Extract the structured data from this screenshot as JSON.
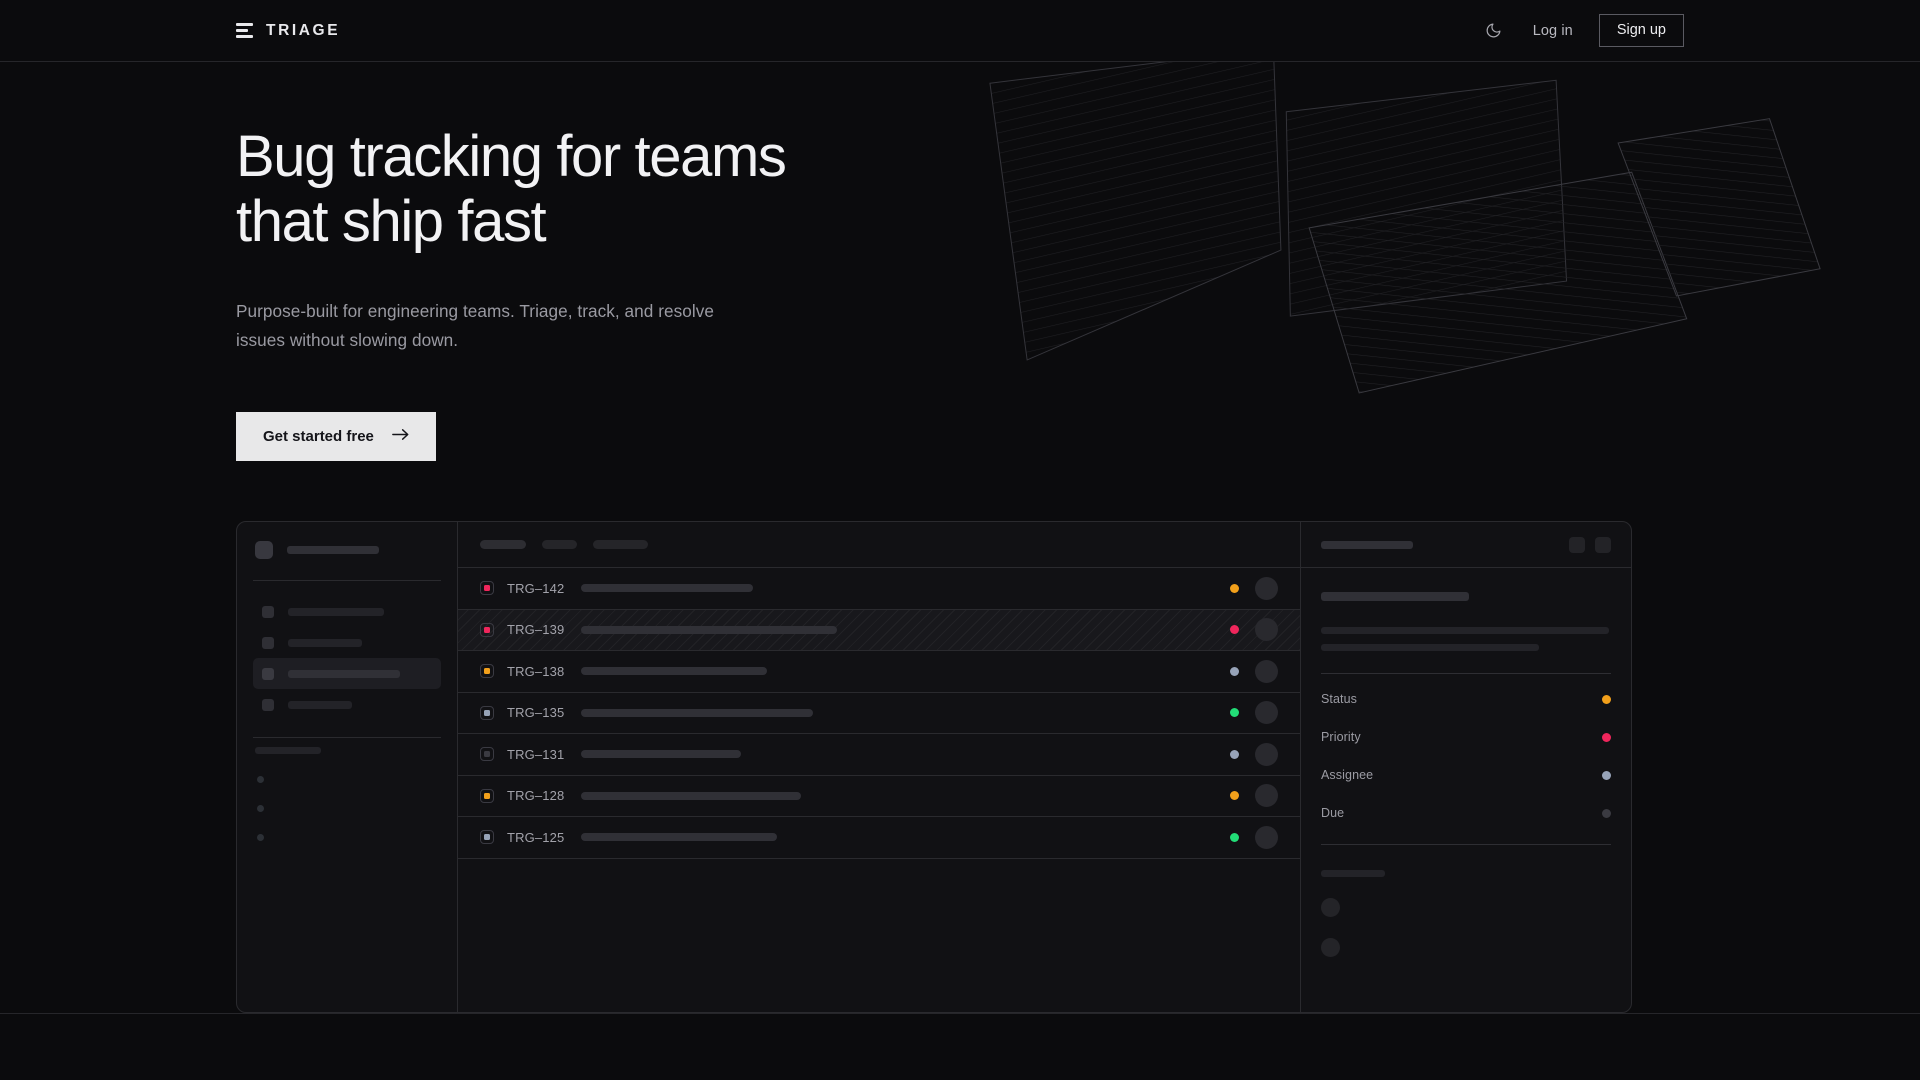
{
  "nav": {
    "brand": "TRIAGE",
    "brand_icon": "stacked-bars-logo",
    "theme_toggle_icon": "moon-icon",
    "login_label": "Log in",
    "signup_label": "Sign up"
  },
  "hero": {
    "headline_line1": "Bug tracking for teams",
    "headline_line2": "that ship fast",
    "subtext": "Purpose-built for engineering teams. Triage, track, and resolve issues without slowing down.",
    "cta_label": "Get started free",
    "cta_icon": "arrow-right-icon"
  },
  "colors": {
    "background": "#0B0B0D",
    "panel": "#111114",
    "border": "#2A2A2E",
    "text_primary": "#F2F2F4",
    "text_muted": "#9A9AA2",
    "cta_bg": "#E8E8E9",
    "status_orange": "#F2A01B",
    "status_pink": "#F0265C",
    "status_green": "#22DD77",
    "status_slate": "#97A3B8",
    "status_gray": "#3A3A41",
    "row_highlight": "#18181C"
  },
  "mockup": {
    "sidebar": {
      "workspace_label_width": 92,
      "nav_items": [
        {
          "label_width": 96,
          "active": false
        },
        {
          "label_width": 74,
          "active": false
        },
        {
          "label_width": 112,
          "active": true
        },
        {
          "label_width": 64,
          "active": false
        }
      ],
      "section_label_width": 66,
      "mini_dots": 3
    },
    "list": {
      "toolbar_chips": [
        46,
        35,
        55
      ],
      "rows": [
        {
          "id": "TRG–142",
          "priority_color": "#F0265C",
          "title_width": 172,
          "status_color": "#F2A01B",
          "highlighted": false
        },
        {
          "id": "TRG–139",
          "priority_color": "#F0265C",
          "title_width": 256,
          "status_color": "#F0265C",
          "highlighted": true
        },
        {
          "id": "TRG–138",
          "priority_color": "#F2A01B",
          "title_width": 186,
          "status_color": "#97A3B8",
          "highlighted": false
        },
        {
          "id": "TRG–135",
          "priority_color": "#97A3B8",
          "title_width": 232,
          "status_color": "#22DD77",
          "highlighted": false
        },
        {
          "id": "TRG–131",
          "priority_color": "#3A3A41",
          "title_width": 160,
          "status_color": "#97A3B8",
          "highlighted": false
        },
        {
          "id": "TRG–128",
          "priority_color": "#F2A01B",
          "title_width": 220,
          "status_color": "#F2A01B",
          "highlighted": false
        },
        {
          "id": "TRG–125",
          "priority_color": "#97A3B8",
          "title_width": 196,
          "status_color": "#22DD77",
          "highlighted": false
        }
      ]
    },
    "detail": {
      "header_skeleton_width": 92,
      "header_buttons": 2,
      "title_skeleton_width": 148,
      "body_line_widths": [
        288,
        218
      ],
      "meta": [
        {
          "label": "Status",
          "dot_color": "#F2A01B"
        },
        {
          "label": "Priority",
          "dot_color": "#F0265C"
        },
        {
          "label": "Assignee",
          "dot_color": "#97A3B8"
        },
        {
          "label": "Due",
          "dot_color": "#3A3A41"
        }
      ],
      "comments_label_width": 64,
      "comment_avatars": 2
    }
  }
}
